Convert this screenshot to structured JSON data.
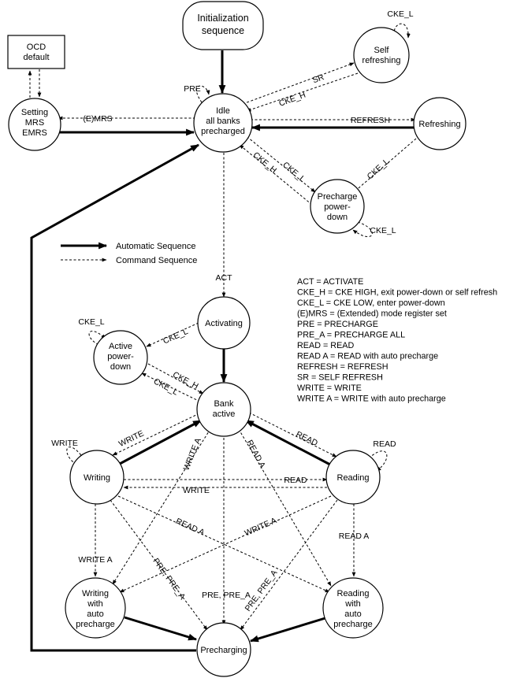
{
  "states": {
    "init": [
      "Initialization",
      "sequence"
    ],
    "self_refresh": [
      "Self",
      "refreshing"
    ],
    "ocd": [
      "OCD",
      "default"
    ],
    "setting_mrs": [
      "Setting",
      "MRS",
      "EMRS"
    ],
    "idle": [
      "Idle",
      "all banks",
      "precharged"
    ],
    "refreshing": [
      "Refreshing"
    ],
    "precharge_powerdown": [
      "Precharge",
      "power-",
      "down"
    ],
    "activating": [
      "Activating"
    ],
    "active_powerdown": [
      "Active",
      "power-",
      "down"
    ],
    "bank_active": [
      "Bank",
      "active"
    ],
    "writing": [
      "Writing"
    ],
    "reading": [
      "Reading"
    ],
    "writing_ap": [
      "Writing",
      "with",
      "auto",
      "precharge"
    ],
    "reading_ap": [
      "Reading",
      "with",
      "auto",
      "precharge"
    ],
    "precharging": [
      "Precharging"
    ]
  },
  "edge_labels": {
    "cke_l_self": "CKE_L",
    "sr": "SR",
    "cke_h_self": "CKE_H",
    "pre_loop": "PRE",
    "emrs": "(E)MRS",
    "refresh": "REFRESH",
    "cke_h_pd": "CKE_H",
    "cke_l_pd": "CKE_L",
    "cke_l_ref": "CKE_L",
    "cke_l_pd_loop": "CKE_L",
    "act": "ACT",
    "cke_l_active_loop": "CKE_L",
    "cke_l_act": "CKE_L",
    "cke_h_active": "CKE_H",
    "cke_l_active": "CKE_L",
    "write_ba": "WRITE",
    "read_ba": "READ",
    "write_loop": "WRITE",
    "read_loop": "READ",
    "write_a_ba": "WRITE A",
    "read_a_ba": "READ A",
    "read_wr": "READ",
    "write_rd": "WRITE",
    "read_a_w": "READ A",
    "write_a_r": "WRITE A",
    "write_a_w": "WRITE A",
    "read_a_r": "READ A",
    "pre_pre_a_left": "PRE, PRE_A",
    "pre_pre_a_mid": "PRE,  PRE_A",
    "pre_pre_a_right": "PRE, PRE_A"
  },
  "legend": {
    "automatic": "Automatic Sequence",
    "command": "Command Sequence"
  },
  "definitions": [
    "ACT = ACTIVATE",
    "CKE_H = CKE HIGH, exit power-down or self refresh",
    "CKE_L = CKE LOW, enter power-down",
    "(E)MRS = (Extended) mode register set",
    "PRE = PRECHARGE",
    "PRE_A = PRECHARGE ALL",
    "READ = READ",
    "READ A = READ with auto precharge",
    "REFRESH = REFRESH",
    "SR = SELF REFRESH",
    "WRITE = WRITE",
    "WRITE A = WRITE with auto precharge"
  ]
}
